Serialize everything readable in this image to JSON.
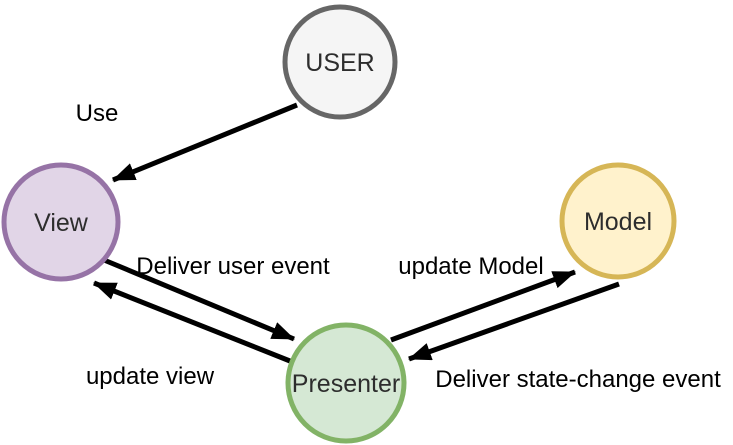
{
  "diagram": {
    "background": "#ffffff",
    "arrow_color": "#000000"
  },
  "nodes": [
    {
      "id": "user",
      "label": "USER",
      "fill": "#f5f5f5",
      "stroke": "#666666",
      "text_color": "#404040"
    },
    {
      "id": "view",
      "label": "View",
      "fill": "#e1d5e7",
      "stroke": "#9673a6",
      "text_color": "#1a1a1a"
    },
    {
      "id": "model",
      "label": "Model",
      "fill": "#fff2cc",
      "stroke": "#d6b656",
      "text_color": "#1a1a1a"
    },
    {
      "id": "presenter",
      "label": "Presenter",
      "fill": "#d5e8d4",
      "stroke": "#82b366",
      "text_color": "#1a1a1a"
    }
  ],
  "edges": [
    {
      "id": "use",
      "label": "Use",
      "from": "USER",
      "to": "View"
    },
    {
      "id": "deliver-user-event",
      "label": "Deliver user event",
      "from": "View",
      "to": "Presenter"
    },
    {
      "id": "update-view",
      "label": "update view",
      "from": "Presenter",
      "to": "View"
    },
    {
      "id": "update-model",
      "label": "update Model",
      "from": "Presenter",
      "to": "Model"
    },
    {
      "id": "deliver-state-change-event",
      "label": "Deliver state-change event",
      "from": "Model",
      "to": "Presenter"
    }
  ]
}
